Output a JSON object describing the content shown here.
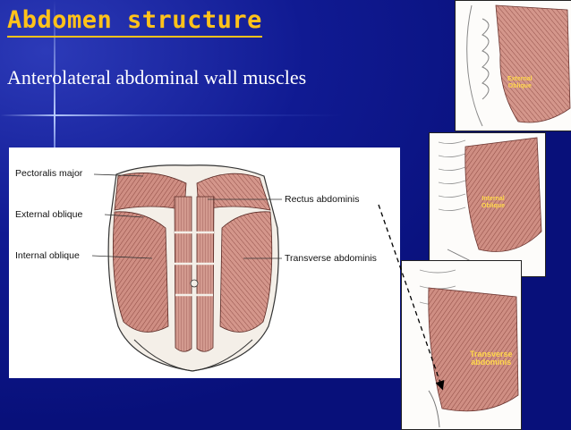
{
  "slide": {
    "title": "Abdomen structure",
    "subtitle": "Anterolateral abdominal wall muscles",
    "title_color": "#ffc21a",
    "background_color": "#08107a"
  },
  "main_figure": {
    "labels": {
      "pectoralis_major": "Pectoralis major",
      "external_oblique": "External oblique",
      "internal_oblique": "Internal oblique",
      "rectus_abdominis": "Rectus abdominis",
      "transverse_abdominis": "Transverse abdominis"
    },
    "muscle_color": "#c9857a"
  },
  "thumbnails": {
    "external": {
      "label_line1": "External",
      "label_line2": "Oblique"
    },
    "internal": {
      "label_line1": "Internal",
      "label_line2": "Oblique"
    },
    "transverse": {
      "label_line1": "Transverse",
      "label_line2": "abdominis"
    }
  }
}
